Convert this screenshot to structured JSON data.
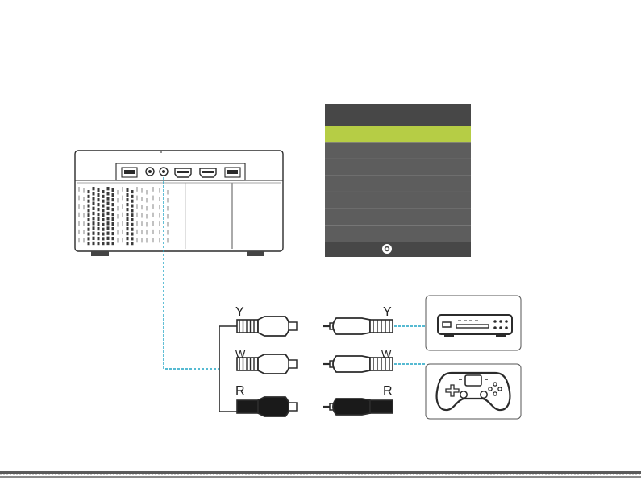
{
  "colors": {
    "line": "#1fa4c4",
    "menu_bg": "#5d5d5d",
    "menu_header": "#474747",
    "menu_highlight": "#b6cd45",
    "outline": "#2b2b2b",
    "bottom_bar": "#5b5b5b"
  },
  "menu": {
    "row_count": 7,
    "selected_index": 0,
    "footer_icon": "target-circle-icon"
  },
  "cables": {
    "left": {
      "labels": [
        "Y",
        "W",
        "R"
      ]
    },
    "right": {
      "labels": [
        "Y",
        "W",
        "R"
      ]
    }
  },
  "devices": [
    {
      "icon": "dvd-player-icon"
    },
    {
      "icon": "gamepad-icon"
    }
  ]
}
